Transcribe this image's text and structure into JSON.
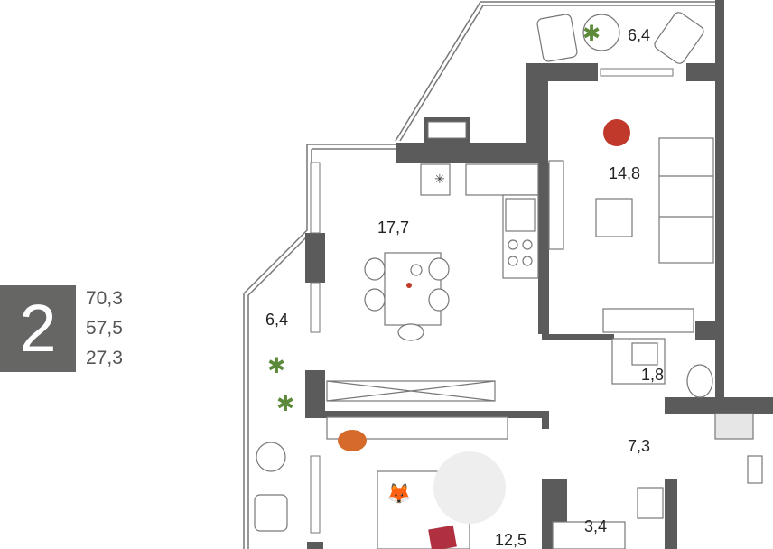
{
  "apartment": {
    "rooms_count": "2",
    "total_area": "70,3",
    "living_area": "57,5",
    "kitchen_area": "27,3"
  },
  "rooms": {
    "balcony_top": "6,4",
    "living_room": "14,8",
    "kitchen": "17,7",
    "balcony_left": "6,4",
    "bathroom_small": "1,8",
    "hallway": "7,3",
    "bedroom": "12,5",
    "bathroom": "3,4"
  },
  "colors": {
    "wall": "#5b5b5b",
    "accent": "#c0392b",
    "plant": "#5d8a3a",
    "furniture_orange": "#d66a2a"
  }
}
